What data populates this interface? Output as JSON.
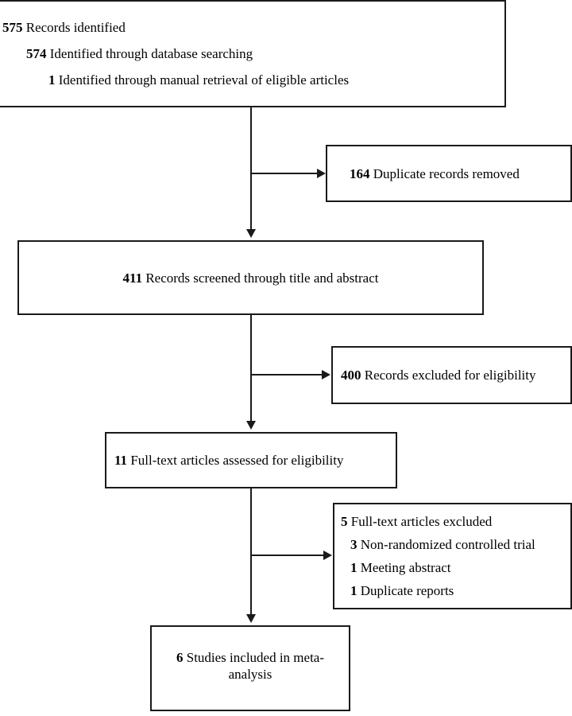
{
  "diagram": {
    "type": "prisma-flow-diagram",
    "boxes": {
      "identified": {
        "lines": [
          {
            "count": "575",
            "text": "Records identified"
          },
          {
            "count": "574",
            "text": "Identified through database searching"
          },
          {
            "count": "1",
            "text": "Identified through manual retrieval of eligible articles"
          }
        ]
      },
      "duplicates_removed": {
        "count": "164",
        "text": "Duplicate records removed"
      },
      "screened": {
        "count": "411",
        "text": "Records screened through title and abstract"
      },
      "records_excluded": {
        "count": "400",
        "text": "Records excluded for eligibility"
      },
      "fulltext_assessed": {
        "count": "11",
        "text": "Full-text articles assessed for eligibility"
      },
      "fulltext_excluded": {
        "lines": [
          {
            "count": "5",
            "text": "Full-text articles excluded"
          },
          {
            "count": "3",
            "text": "Non-randomized controlled trial"
          },
          {
            "count": "1",
            "text": "Meeting abstract"
          },
          {
            "count": "1",
            "text": "Duplicate reports"
          }
        ]
      },
      "included": {
        "count": "6",
        "text": "Studies included in meta-analysis"
      }
    },
    "colors": {
      "border": "#1a1a1a",
      "background": "#ffffff",
      "text": "#000000"
    }
  }
}
